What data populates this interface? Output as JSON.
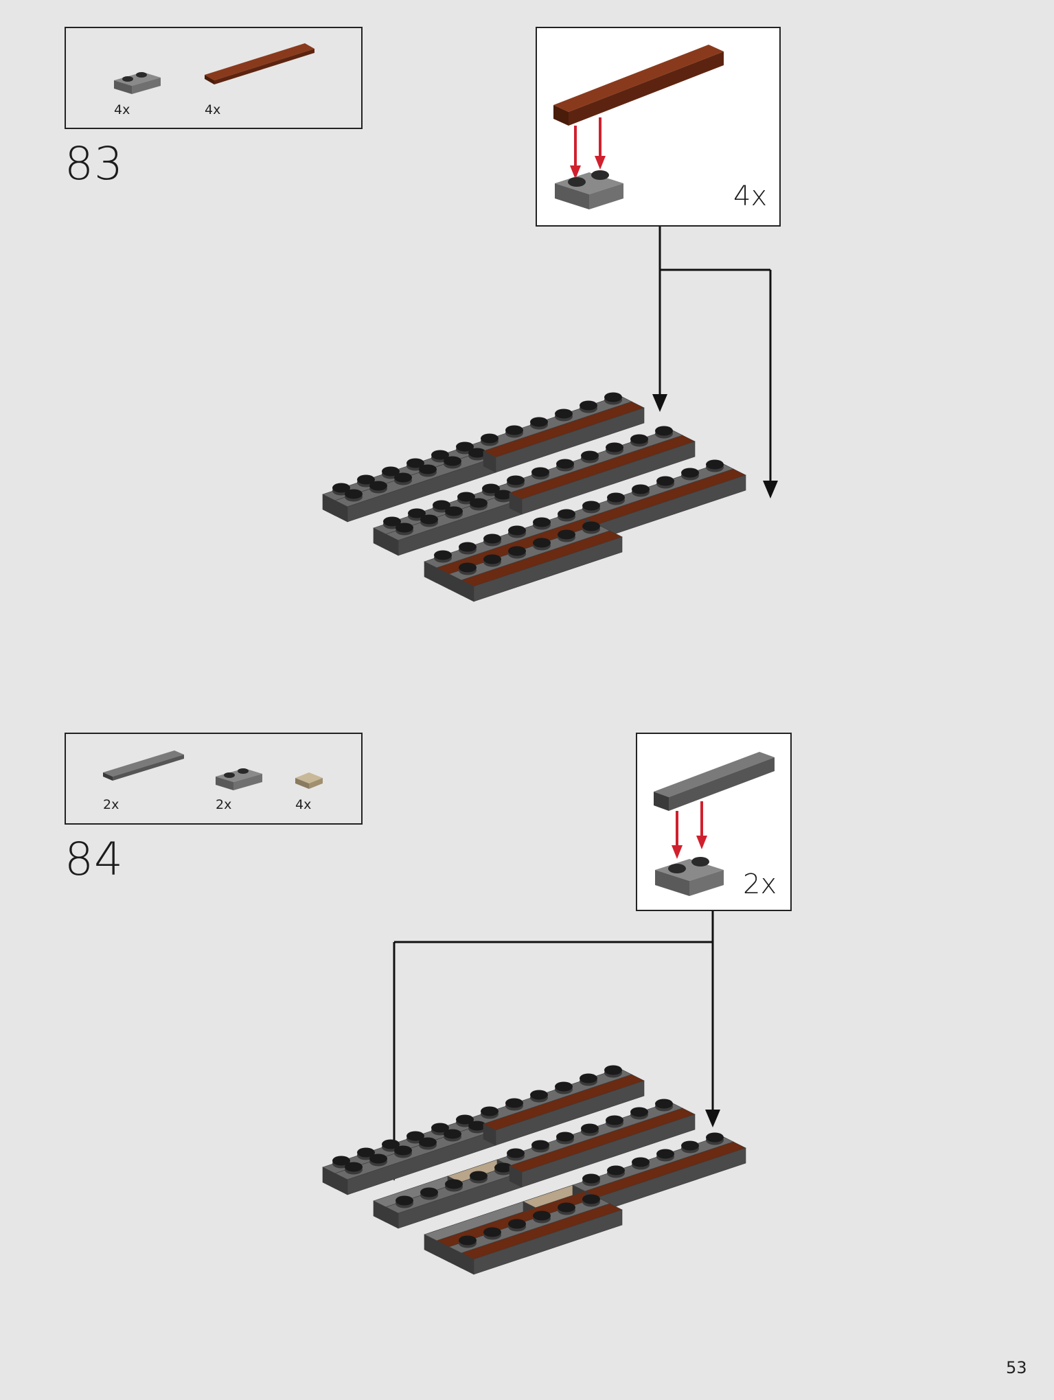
{
  "page_number": "53",
  "colors": {
    "background": "#e6e6e6",
    "dark_bluish_gray": "#6b6b6b",
    "reddish_brown": "#6b2a12",
    "dark_tan": "#b8a58a",
    "arrow_red": "#d0202e",
    "stud_black": "#1a1a1a"
  },
  "steps": [
    {
      "number": "83",
      "parts": [
        {
          "part": "plate-1x2-dark-gray",
          "qty": "4x"
        },
        {
          "part": "tile-1x8-reddish-brown",
          "qty": "4x"
        }
      ],
      "subassembly": {
        "multiplier": "4x",
        "parts": [
          "tile-1x8-reddish-brown",
          "plate-1x2-dark-gray"
        ]
      }
    },
    {
      "number": "84",
      "parts": [
        {
          "part": "tile-1x8-dark-gray",
          "qty": "2x"
        },
        {
          "part": "plate-1x2-dark-gray",
          "qty": "2x"
        },
        {
          "part": "tile-1x1-dark-tan",
          "qty": "4x"
        }
      ],
      "subassembly": {
        "multiplier": "2x",
        "parts": [
          "tile-1x8-dark-gray",
          "plate-1x2-dark-gray"
        ]
      }
    }
  ]
}
